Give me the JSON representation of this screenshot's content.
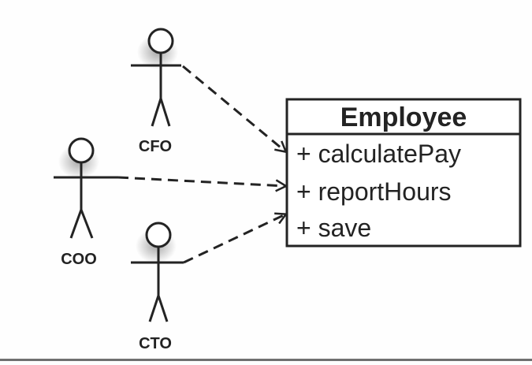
{
  "diagram": {
    "actors": [
      {
        "id": "cfo",
        "label": "CFO"
      },
      {
        "id": "coo",
        "label": "COO"
      },
      {
        "id": "cto",
        "label": "CTO"
      }
    ],
    "class_box": {
      "name": "Employee",
      "operations": [
        "+ calculatePay",
        "+ reportHours",
        "+ save"
      ]
    },
    "colors": {
      "ink": "#232323",
      "halo": "#9a9a9a"
    }
  }
}
